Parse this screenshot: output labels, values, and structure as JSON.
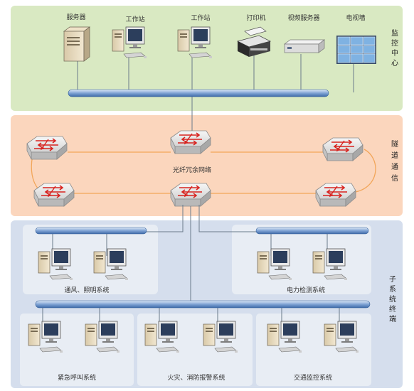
{
  "zones": {
    "control_center": {
      "title": [
        "监",
        "控",
        "中",
        "心"
      ],
      "fill": "#d9e9c2"
    },
    "tunnel_comm": {
      "title": [
        "隧",
        "道",
        "通",
        "信"
      ],
      "fill": "#fbd6bd"
    },
    "subsystem": {
      "title": [
        "子",
        "系",
        "统",
        "终",
        "端"
      ],
      "fill": "#d5deed"
    }
  },
  "devices": {
    "server": "服务器",
    "workstation1": "工作站",
    "workstation2": "工作站",
    "printer": "打印机",
    "video_server": "视频服务器",
    "video_wall": "电视墙"
  },
  "network": {
    "label": "光纤冗余网络"
  },
  "subsystems": {
    "ventilation": "通风、照明系统",
    "power": "电力检测系统",
    "emergency": "紧急呼叫系统",
    "fire": "火灾、消防报警系统",
    "traffic": "交通监控系统"
  },
  "icons": {
    "server": "server-icon",
    "workstation": "workstation-icon",
    "printer": "printer-icon",
    "video_server": "video-server-icon",
    "video_wall": "video-wall-icon",
    "switch": "switch-icon"
  },
  "colors": {
    "bus": "#7fa8d6",
    "ring": "#f2a65a",
    "line": "#6a7a8a"
  }
}
